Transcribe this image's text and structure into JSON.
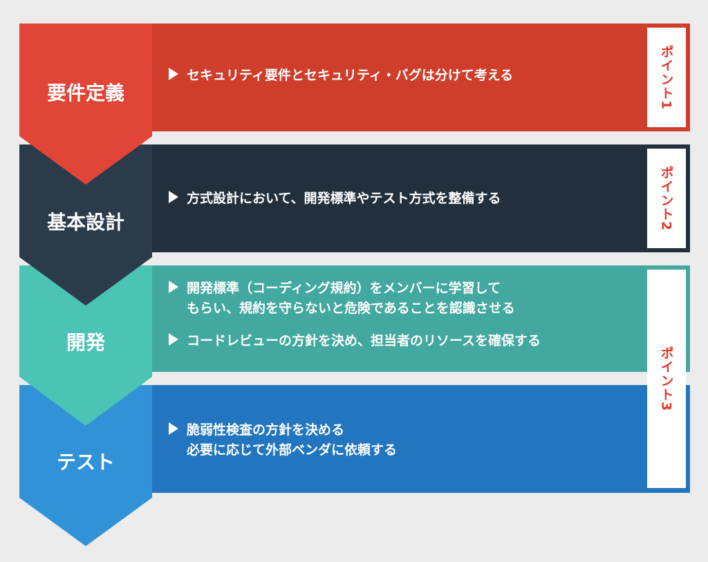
{
  "phases": [
    {
      "label": "要件定義",
      "color": "#e04537",
      "bar_color": "#cf3e2a",
      "bullets": [
        "セキュリティ要件とセキュリティ・バグは分けて考える"
      ]
    },
    {
      "label": "基本設計",
      "color": "#2c3b4a",
      "bar_color": "#22303d",
      "bullets": [
        "方式設計において、開発標準やテスト方式を整備する"
      ]
    },
    {
      "label": "開発",
      "color": "#4bc3b5",
      "bar_color": "#43a89f",
      "bullets": [
        "開発標準（コーディング規約）をメンバーに学習して\nもらい、規約を守らないと危険であることを認識させる",
        "コードレビューの方針を決め、担当者のリソースを確保する"
      ]
    },
    {
      "label": "テスト",
      "color": "#3192d7",
      "bar_color": "#2275be",
      "bullets": [
        "脆弱性検査の方針を決める\n必要に応じて外部ベンダに依頼する"
      ]
    }
  ],
  "points": [
    {
      "label": "ポイント1"
    },
    {
      "label": "ポイント2"
    },
    {
      "label": "ポイント3"
    }
  ],
  "colors": {
    "background": "#ececec",
    "point_text": "#e0392b",
    "bullet": "#ffffff"
  }
}
